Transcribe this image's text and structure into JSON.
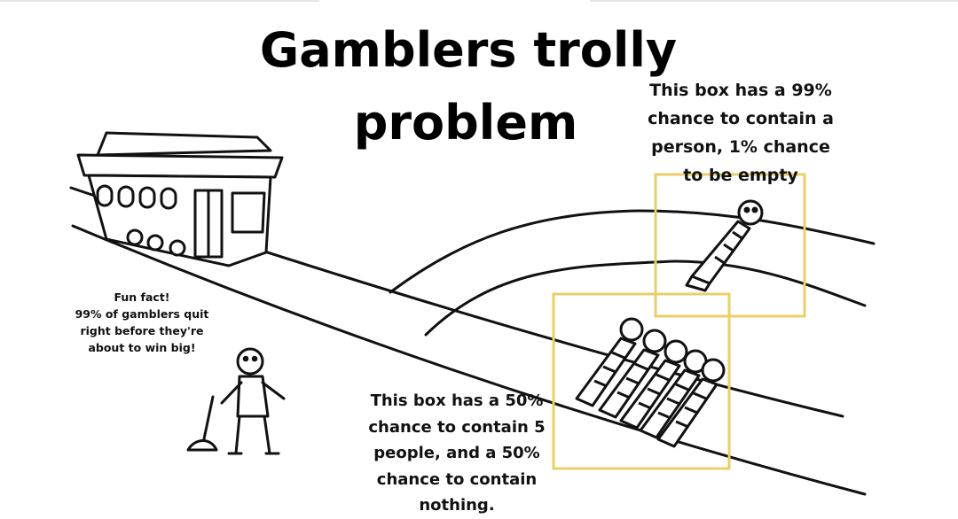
{
  "title": {
    "line1": "Gamblers trolly",
    "line2": "problem"
  },
  "top_box": {
    "caption_lines": [
      "This box has a 99%",
      "chance to contain a",
      "person, 1% chance",
      "to be empty"
    ]
  },
  "bottom_box": {
    "caption_lines": [
      "This box has a 50%",
      "chance to contain 5",
      "people, and a 50%",
      "chance to contain",
      "nothing."
    ]
  },
  "fun_fact": {
    "lines": [
      "Fun fact!",
      "99% of gamblers quit",
      "right before they're",
      "about to win big!"
    ]
  },
  "colors": {
    "box_outline": "#e8cf6a",
    "ink": "#111111",
    "background": "#ffffff"
  },
  "icons": [
    "trolley-icon",
    "tied-person-icon",
    "five-tied-people-icon",
    "miner-with-pickaxe-icon"
  ]
}
